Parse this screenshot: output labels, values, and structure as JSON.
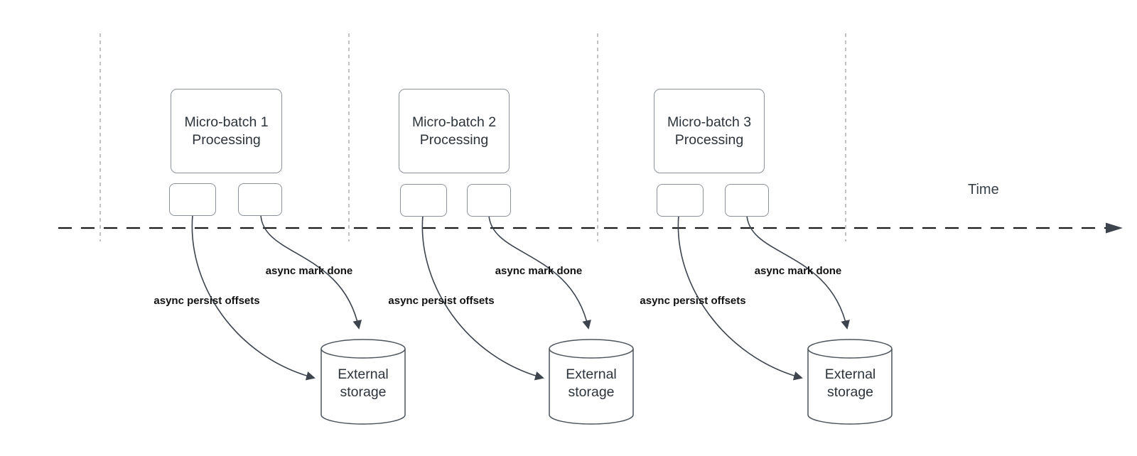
{
  "diagram": {
    "time_axis": {
      "label": "Time"
    },
    "sections": [
      {
        "processing_label": "Micro-batch 1\nProcessing",
        "persist_label": "async persist offsets",
        "mark_done_label": "async mark done",
        "storage_label": "External\nstorage"
      },
      {
        "processing_label": "Micro-batch 2\nProcessing",
        "persist_label": "async persist offsets",
        "mark_done_label": "async mark done",
        "storage_label": "External\nstorage"
      },
      {
        "processing_label": "Micro-batch 3\nProcessing",
        "persist_label": "async persist offsets",
        "mark_done_label": "async mark done",
        "storage_label": "External\nstorage"
      }
    ],
    "colors": {
      "background": "#ffffff",
      "arrow_stroke": "#3d444d",
      "timeline_stroke": "#1a1a1a",
      "guide_dashed_stroke": "#a8a8a8",
      "box_border": "#8b9197",
      "cylinder_stroke": "#4d545c",
      "node_text": "#2d333a",
      "edge_label_text": "#111111"
    }
  }
}
